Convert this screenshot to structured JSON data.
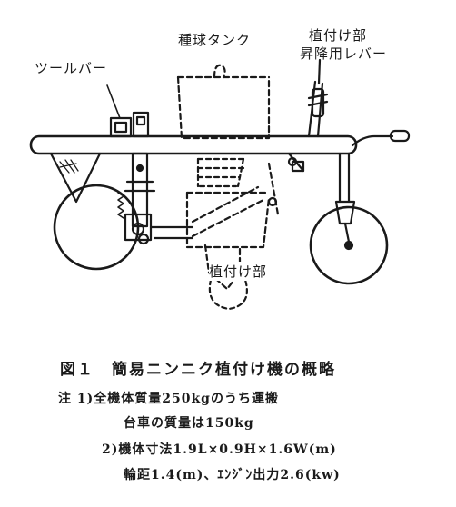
{
  "labels": {
    "tank": "種球タンク",
    "lever_line1": "植付け部",
    "lever_line2": "昇降用レバー",
    "toolbar": "ツールバー",
    "planting_unit": "植付け部"
  },
  "caption": {
    "title": "図１　簡易ニンニク植付け機の概略",
    "notes": [
      "注 1)全機体質量250kgのうち運搬",
      "台車の質量は150kg",
      "2)機体寸法1.9L×0.9H×1.6W(m)",
      "輪距1.4(m)、ｴﾝｼﾞﾝ出力2.6(kw)"
    ]
  },
  "colors": {
    "ink": "#1a1a1a",
    "background": "#ffffff"
  }
}
